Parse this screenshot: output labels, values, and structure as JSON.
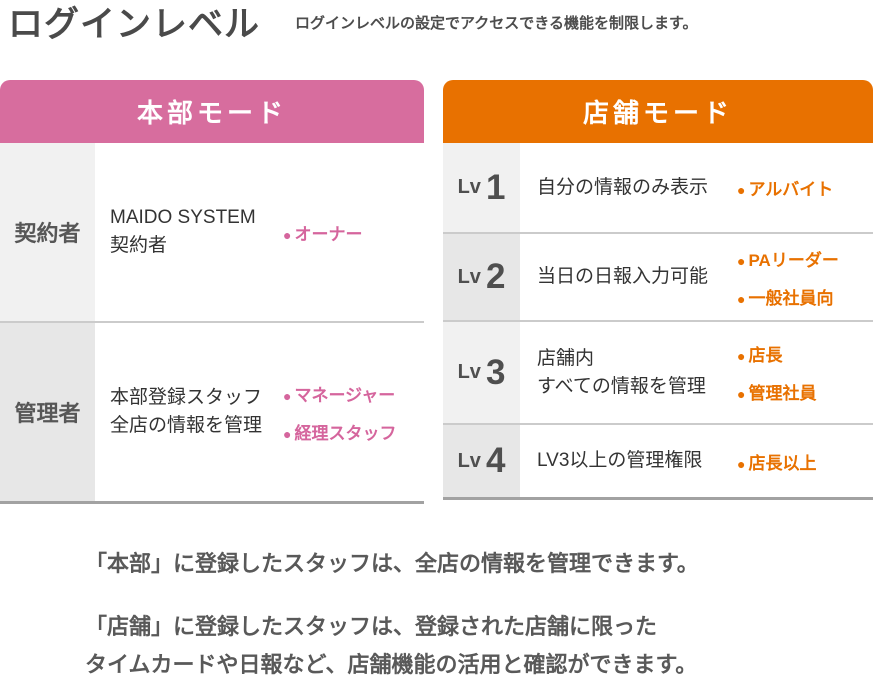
{
  "page": {
    "title": "ログインレベル",
    "subtitle": "ログインレベルの設定でアクセスできる機能を制限します。"
  },
  "colors": {
    "headquarters_header": "#d76d9e",
    "store_header": "#e87100",
    "pink_role_text": "#d5659d",
    "orange_role_text": "#e87100"
  },
  "bullet": "●",
  "hq": {
    "header": "本部モード",
    "rows": [
      {
        "label": "契約者",
        "description": "MAIDO SYSTEM\n契約者",
        "roles": [
          "オーナー"
        ]
      },
      {
        "label": "管理者",
        "description": "本部登録スタッフ\n全店の情報を管理",
        "roles": [
          "マネージャー",
          "経理スタッフ"
        ]
      }
    ]
  },
  "store": {
    "header": "店舗モード",
    "rows": [
      {
        "label_prefix": "Lv",
        "label_number": "1",
        "description": "自分の情報のみ表示",
        "roles": [
          "アルバイト"
        ]
      },
      {
        "label_prefix": "Lv",
        "label_number": "2",
        "description": "当日の日報入力可能",
        "roles": [
          "PAリーダー",
          "一般社員向"
        ]
      },
      {
        "label_prefix": "Lv",
        "label_number": "3",
        "description": "店舗内\nすべての情報を管理",
        "roles": [
          "店長",
          "管理社員"
        ]
      },
      {
        "label_prefix": "Lv",
        "label_number": "4",
        "description": "LV3以上の管理権限",
        "roles": [
          "店長以上"
        ]
      }
    ]
  },
  "notes": [
    "「本部」に登録したスタッフは、全店の情報を管理できます。",
    "「店舗」に登録したスタッフは、登録された店舗に限った\nタイムカードや日報など、店舗機能の活用と確認ができます。"
  ]
}
